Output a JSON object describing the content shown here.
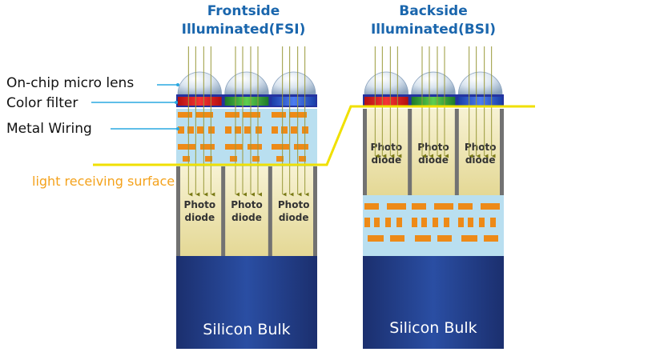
{
  "titles": {
    "fsi_line1": "Frontside",
    "fsi_line2": "Illuminated(FSI)",
    "bsi_line1": "Backside",
    "bsi_line2": "Illuminated(BSI)"
  },
  "labels": {
    "micro_lens": "On-chip micro lens",
    "color_filter": "Color filter",
    "metal_wiring": "Metal Wiring",
    "light_surface": "light receiving surface"
  },
  "photodiode": {
    "line1": "Photo",
    "line2": "diode"
  },
  "silicon_bulk": "Silicon Bulk",
  "colors": {
    "title": "#1a66ad",
    "bulk_dark": "#1b2f6e",
    "bulk_mid": "#27479b",
    "photodiode": "#ece2a4",
    "wiring_bg": "#b9dff0",
    "metal": "#ed8a18",
    "separator": "#727272",
    "light_line": "#f0e000",
    "surface_label": "#f4a21c",
    "leader": "#2aa8e0",
    "filter_red": "#e02020",
    "filter_green": "#2da43a",
    "filter_blue": "#1f4fc8",
    "filter_band": "#2433a0"
  }
}
